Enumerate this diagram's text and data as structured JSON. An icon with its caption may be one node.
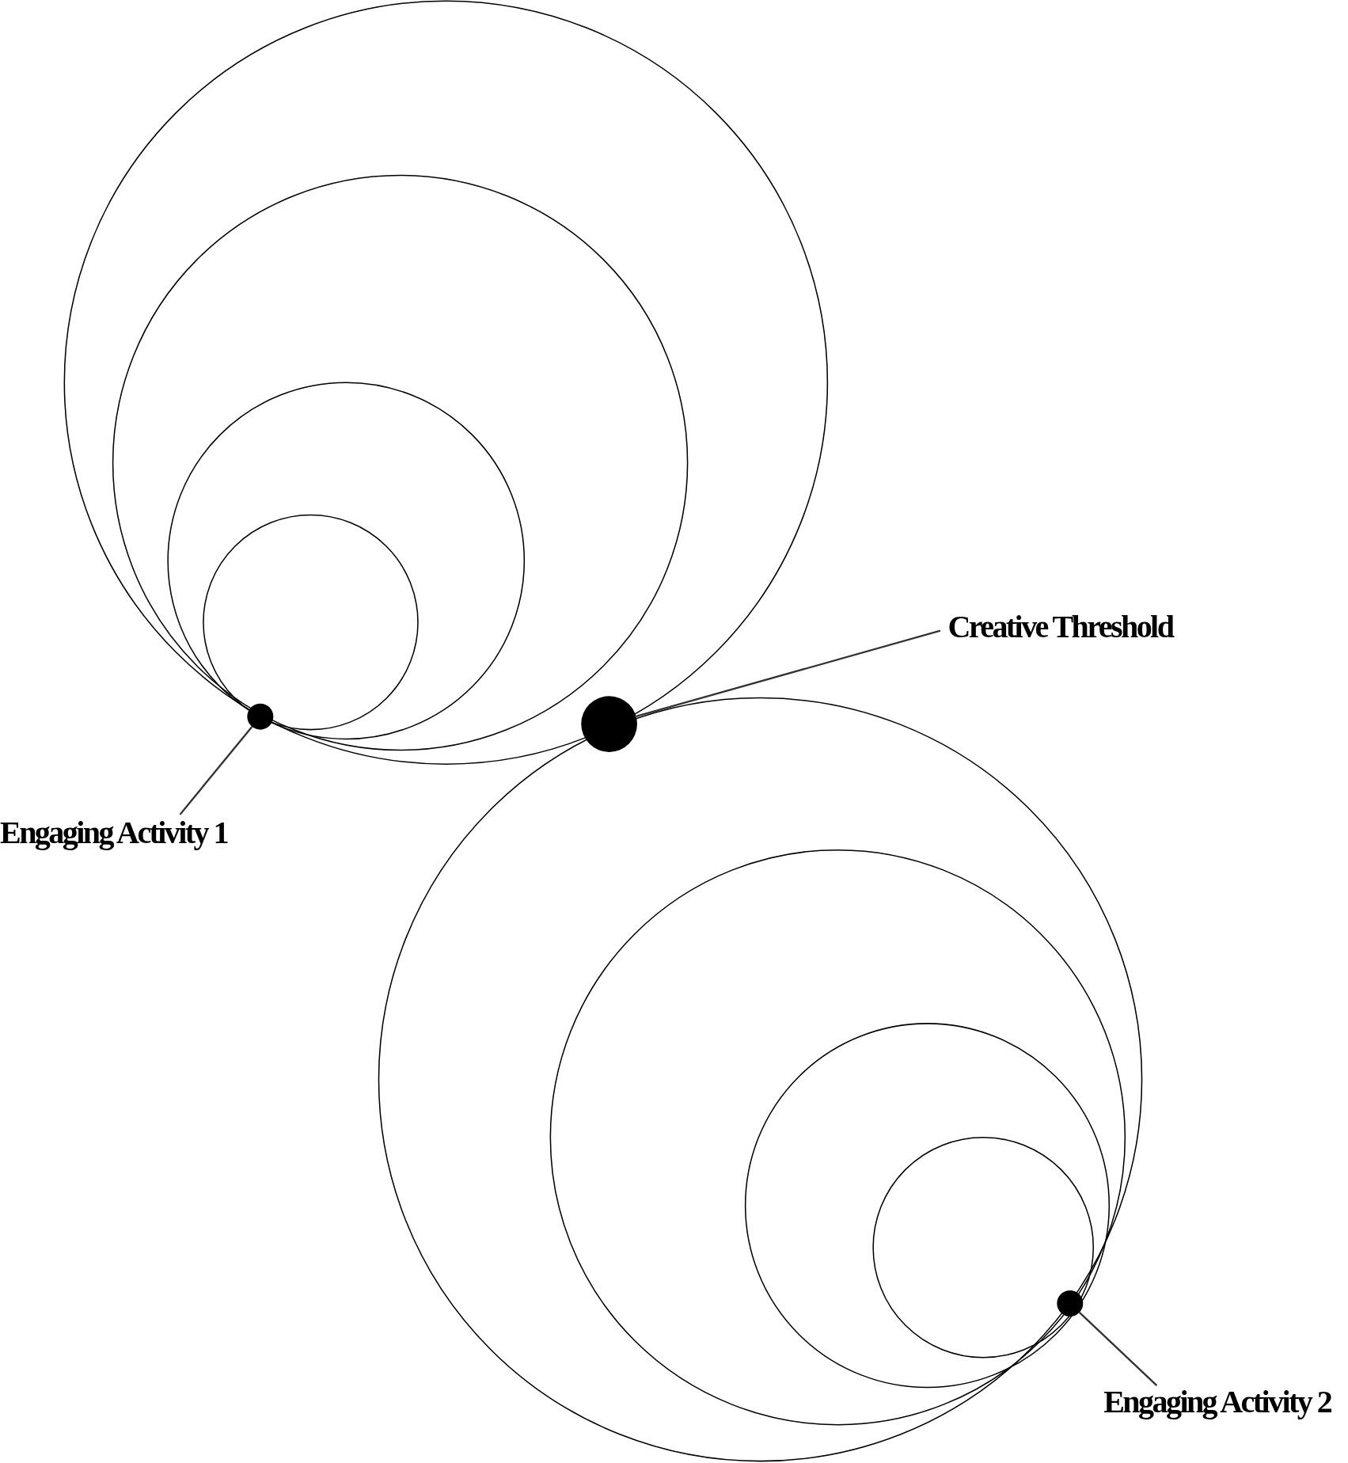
{
  "diagram": {
    "nodes": [
      {
        "text": [
          "Creative Threshold"
        ]
      },
      {
        "text": [],
        "shape": "circle"
      },
      {
        "text": [],
        "shape": "circle"
      },
      {
        "text": [
          "Engaging Activity 1"
        ]
      },
      {
        "text": [],
        "shape": "circle"
      },
      {
        "text": [
          "Engaging Activity 2"
        ]
      }
    ],
    "edges": [
      {
        "from": 0,
        "to": 2,
        "arrow": "none"
      },
      {
        "from": 3,
        "to": 1,
        "arrow": "none"
      },
      {
        "from": 5,
        "to": 4,
        "arrow": "none"
      }
    ]
  }
}
